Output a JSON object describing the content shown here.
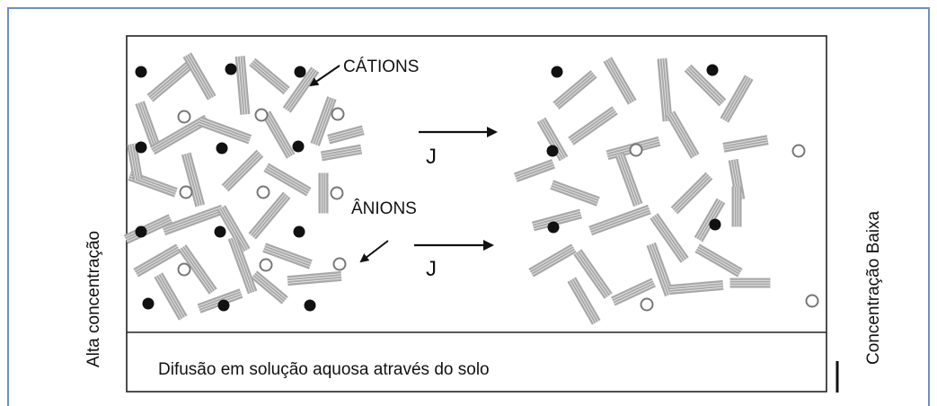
{
  "labels": {
    "cations": "CÁTIONS",
    "anions": "ÂNIONS",
    "flux_top": "J",
    "flux_bottom": "J",
    "left_side": "Alta concentração",
    "right_side": "Concentração Baixa",
    "caption": "Difusão em solução aquosa através do solo"
  },
  "colors": {
    "frame": "#6f8fc8",
    "clay": "#a8a8a8",
    "clay_line": "#e6e6e6",
    "cation": "#111111",
    "anion_stroke": "#777777"
  }
}
